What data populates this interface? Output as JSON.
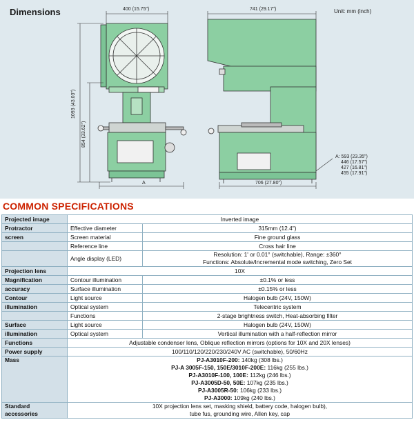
{
  "dimensions": {
    "title": "Dimensions",
    "unit": "Unit: mm (inch)",
    "front_width": "400 (15.75\")",
    "side_width": "741 (29.17\")",
    "height_total": "1093 (43.03\")",
    "height_table": "854 (33.62\")",
    "base_label_front": "A",
    "base_label_side": "706 (27.80\")",
    "a_values": [
      "A: 593 (23.35\")",
      "446 (17.57\")",
      "427 (16.81\")",
      "455 (17.91\")"
    ]
  },
  "specs": {
    "title": "COMMON SPECIFICATIONS",
    "rows": [
      {
        "cat": "Projected image",
        "sub": "",
        "val": "Inverted image"
      },
      {
        "cat": "Protractor",
        "sub": "Effective diameter",
        "val": "315mm (12.4\")"
      },
      {
        "cat": "screen",
        "sub": "Screen material",
        "val": "Fine ground glass"
      },
      {
        "cat": "",
        "sub": "Reference line",
        "val": "Cross hair line"
      },
      {
        "cat": "",
        "sub": "Angle display (LED)",
        "val": "Resolution: 1' or 0.01° (switchable), Range: ±360°",
        "val2": "Functions: Absolute/Incremental mode switching, Zero Set"
      },
      {
        "cat": "Projection lens",
        "sub": "",
        "val": "10X"
      },
      {
        "cat": "Magnification",
        "sub": "Contour illumination",
        "val": "±0.1% or less"
      },
      {
        "cat": "accuracy",
        "sub": "Surface illumination",
        "val": "±0.15% or less"
      },
      {
        "cat": "Contour",
        "sub": "Light source",
        "val": "Halogen bulb (24V, 150W)"
      },
      {
        "cat": "illumination",
        "sub": "Optical system",
        "val": "Telecentric system"
      },
      {
        "cat": "",
        "sub": "Functions",
        "val": "2-stage brightness switch, Heat-absorbing filter"
      },
      {
        "cat": "Surface",
        "sub": "Light source",
        "val": "Halogen bulb (24V, 150W)"
      },
      {
        "cat": "illumination",
        "sub": "Optical system",
        "val": "Vertical illumination with a half-reflection mirror"
      },
      {
        "cat": "Functions",
        "sub": "",
        "val": "Adjustable condenser lens, Oblique reflection mirrors (options for 10X and 20X lenses)"
      },
      {
        "cat": "Power supply",
        "sub": "",
        "val": "100/110/120/220/230/240V AC (switchable), 50/60Hz"
      }
    ],
    "mass": {
      "cat": "Mass",
      "lines": [
        {
          "model": "PJ-A3010F-200:",
          "weight": " 140kg (308 lbs.)"
        },
        {
          "model": "PJ-A 3005F-150, 150E/3010F-200E:",
          "weight": " 116kg (255 lbs.)"
        },
        {
          "model": "PJ-A3010F-100, 100E:",
          "weight": " 112kg (246 lbs.)"
        },
        {
          "model": "PJ-A3005D-50, 50E:",
          "weight": " 107kg (235 lbs.)"
        },
        {
          "model": "PJ-A3005R-50:",
          "weight": " 106kg (233 lbs.)"
        },
        {
          "model": "PJ-A3000:",
          "weight": " 109kg (240 lbs.)"
        }
      ]
    },
    "accessories": {
      "cat": "Standard accessories",
      "line1": "10X projection lens set, masking shield, battery code, halogen bulb),",
      "line2": "tube fus, grounding wire, Allen key, cap"
    }
  }
}
